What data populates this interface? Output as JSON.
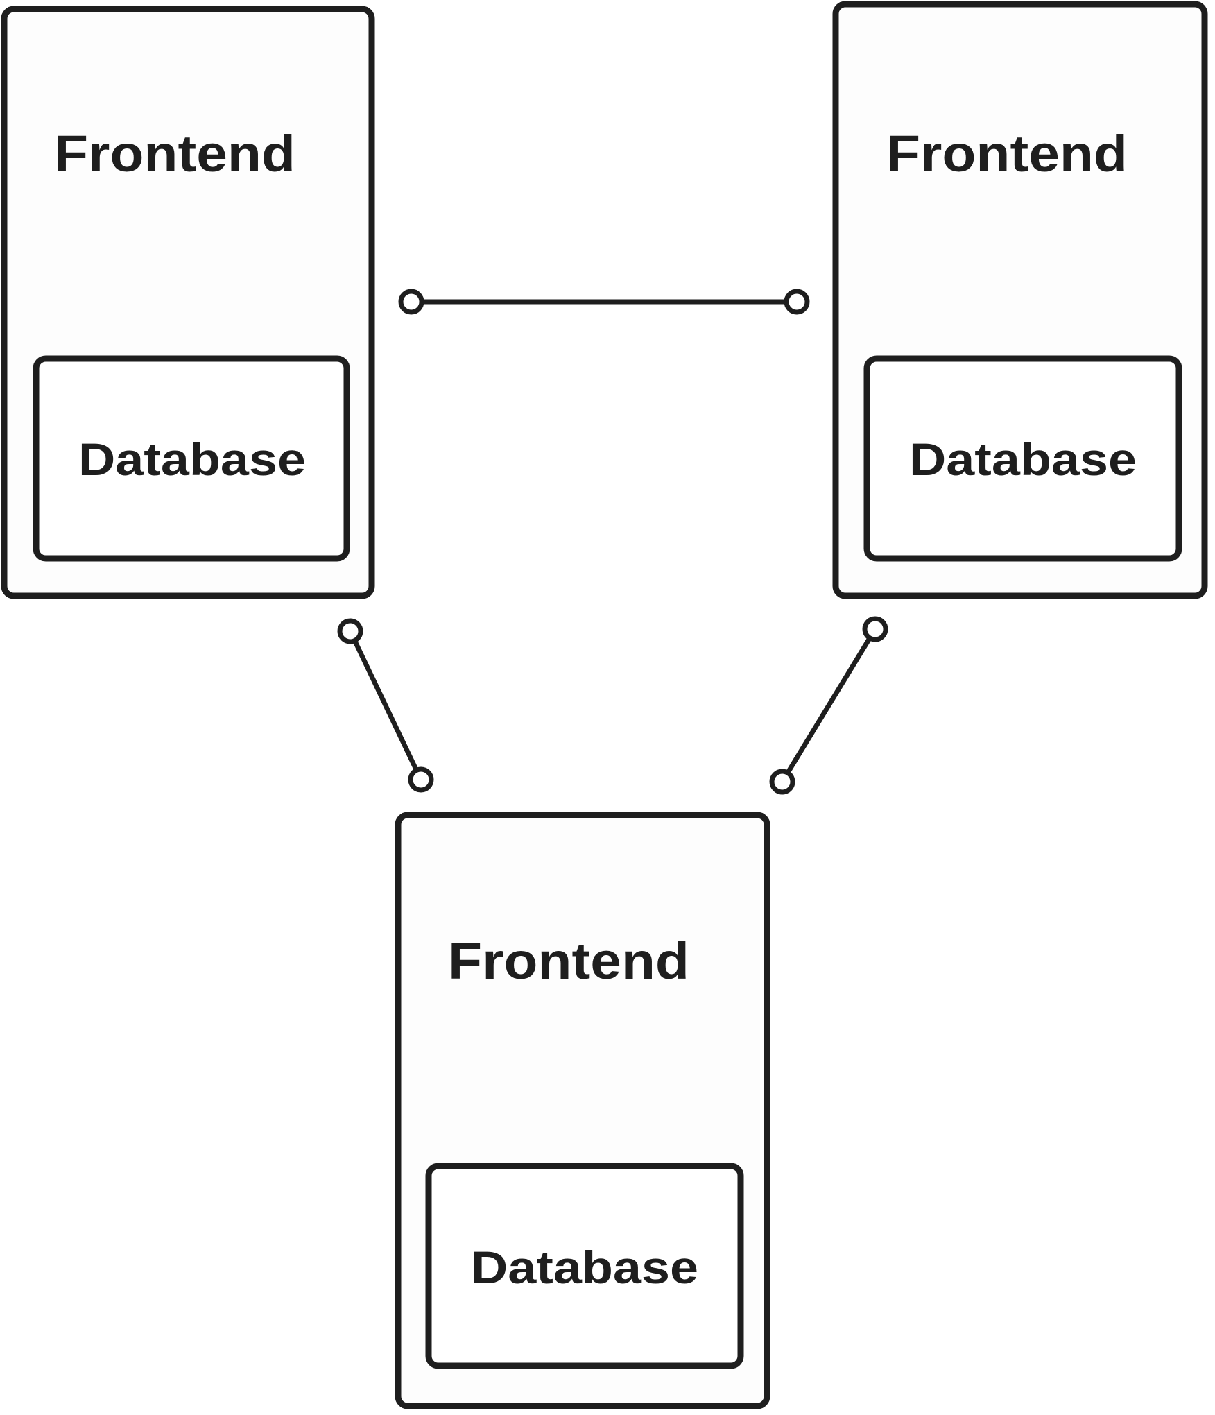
{
  "nodes": [
    {
      "id": "node-1",
      "outer_label": "Frontend",
      "inner_label": "Database"
    },
    {
      "id": "node-2",
      "outer_label": "Frontend",
      "inner_label": "Database"
    },
    {
      "id": "node-3",
      "outer_label": "Frontend",
      "inner_label": "Database"
    }
  ],
  "connections": [
    {
      "from": "node-1",
      "to": "node-2"
    },
    {
      "from": "node-1",
      "to": "node-3"
    },
    {
      "from": "node-2",
      "to": "node-3"
    }
  ],
  "colors": {
    "stroke": "#1e1e1e",
    "background": "#ffffff"
  }
}
